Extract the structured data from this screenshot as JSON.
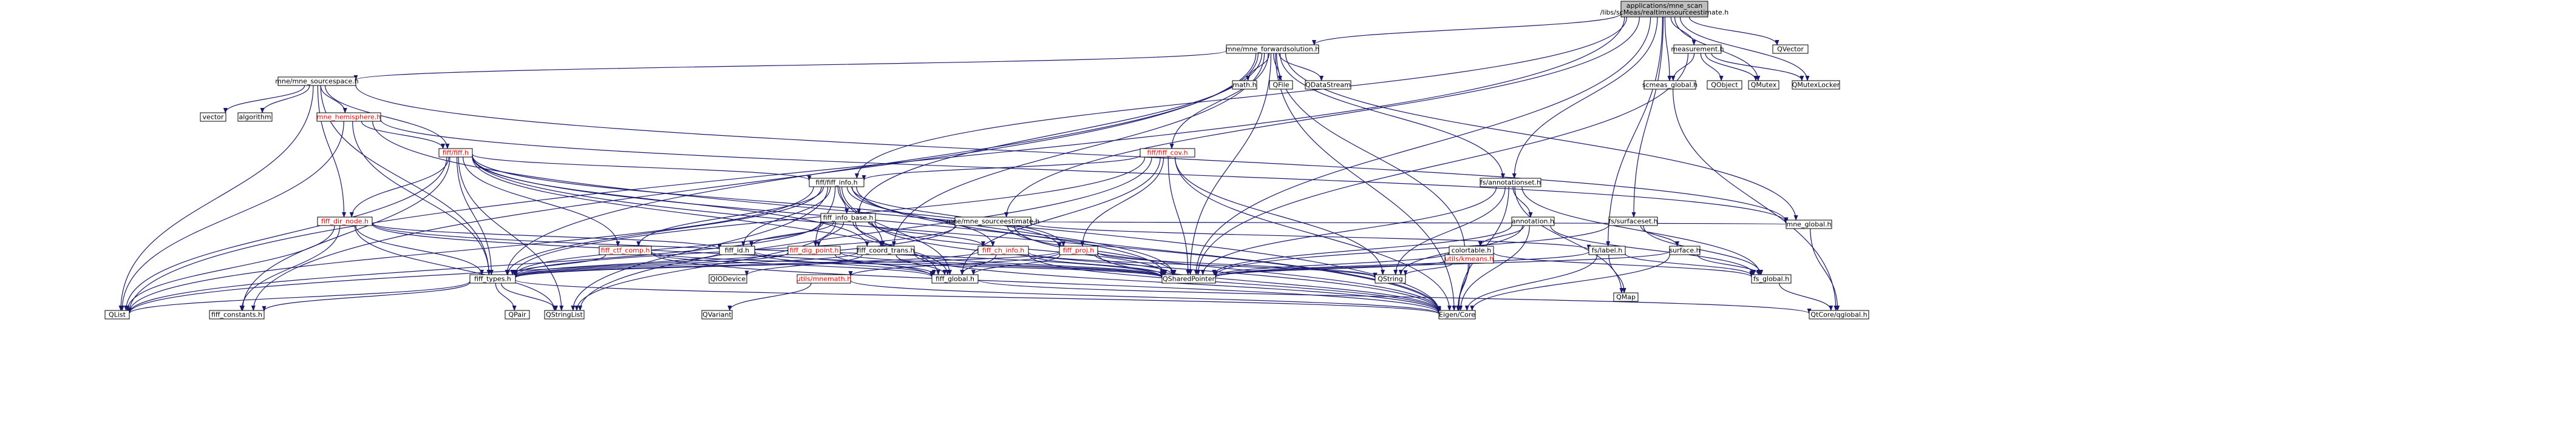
{
  "graph": {
    "title": "applications/mne_scan/libs/scMeas/realtimesourceestimate.h include dependency graph",
    "colors": {
      "edge": "#191970",
      "node_fill": "#ffffff",
      "root_fill": "#bfbfbf",
      "text": "#000000",
      "incomplete_text": "#ff0000",
      "gray_text": "#999999",
      "gray_border": "#bfbfbf"
    },
    "nodes": [
      {
        "id": "root",
        "label": "applications/mne_scan\n/libs/scMeas/realtimesourceestimate.h",
        "style": "root"
      },
      {
        "id": "fwd",
        "label": "mne/mne_forwardsolution.h"
      },
      {
        "id": "meas",
        "label": "measurement.h"
      },
      {
        "id": "qvector",
        "label": "QVector",
        "style": "gray"
      },
      {
        "id": "srcspace",
        "label": "mne/mne_sourcespace.h"
      },
      {
        "id": "mathh",
        "label": "math.h",
        "style": "gray"
      },
      {
        "id": "qfile",
        "label": "QFile",
        "style": "gray"
      },
      {
        "id": "qdatastream",
        "label": "QDataStream",
        "style": "gray"
      },
      {
        "id": "scmeas",
        "label": "scmeas_global.h"
      },
      {
        "id": "qobject",
        "label": "QObject",
        "style": "gray"
      },
      {
        "id": "qmutex",
        "label": "QMutex",
        "style": "gray"
      },
      {
        "id": "qmutexlocker",
        "label": "QMutexLocker",
        "style": "gray"
      },
      {
        "id": "vector",
        "label": "vector",
        "style": "gray"
      },
      {
        "id": "algorithm",
        "label": "algorithm",
        "style": "gray"
      },
      {
        "id": "hemi",
        "label": "mne_hemisphere.h",
        "style": "incomplete"
      },
      {
        "id": "fiffh",
        "label": "fiff/fiff.h",
        "style": "incomplete"
      },
      {
        "id": "fiffcov",
        "label": "fiff/fiff_cov.h",
        "style": "incomplete"
      },
      {
        "id": "fiffinfo",
        "label": "fiff/fiff_info.h"
      },
      {
        "id": "annset",
        "label": "fs/annotationset.h"
      },
      {
        "id": "mneglobal",
        "label": "mne_global.h"
      },
      {
        "id": "fiffinfobase",
        "label": "fiff_info_base.h"
      },
      {
        "id": "srcest",
        "label": "mne/mne_sourceestimate.h"
      },
      {
        "id": "annotation",
        "label": "annotation.h"
      },
      {
        "id": "surfset",
        "label": "fs/surfaceset.h"
      },
      {
        "id": "dirnode",
        "label": "fiff_dir_node.h",
        "style": "incomplete"
      },
      {
        "id": "ctfcomp",
        "label": "fiff_ctf_comp.h",
        "style": "incomplete"
      },
      {
        "id": "fiffid",
        "label": "fiff_id.h"
      },
      {
        "id": "digpoint",
        "label": "fiff_dig_point.h",
        "style": "incomplete"
      },
      {
        "id": "coordtrans",
        "label": "fiff_coord_trans.h"
      },
      {
        "id": "chinfo",
        "label": "fiff_ch_info.h",
        "style": "incomplete"
      },
      {
        "id": "fiffproj",
        "label": "fiff_proj.h",
        "style": "incomplete"
      },
      {
        "id": "colortable",
        "label": "colortable.h"
      },
      {
        "id": "kmeans",
        "label": "utils/kmeans.h",
        "style": "incomplete"
      },
      {
        "id": "fslabel",
        "label": "fs/label.h"
      },
      {
        "id": "surface",
        "label": "surface.h"
      },
      {
        "id": "qiodevice",
        "label": "QIODevice",
        "style": "gray"
      },
      {
        "id": "fifftypes",
        "label": "fiff_types.h"
      },
      {
        "id": "mnemath",
        "label": "utils/mnemath.h",
        "style": "incomplete"
      },
      {
        "id": "fiffglobal",
        "label": "fiff_global.h"
      },
      {
        "id": "qshared",
        "label": "QSharedPointer",
        "style": "gray"
      },
      {
        "id": "qstring",
        "label": "QString",
        "style": "gray"
      },
      {
        "id": "qmap",
        "label": "QMap",
        "style": "gray"
      },
      {
        "id": "fsglobal",
        "label": "fs_global.h"
      },
      {
        "id": "qlist",
        "label": "QList",
        "style": "gray"
      },
      {
        "id": "fiffconst",
        "label": "fiff_constants.h"
      },
      {
        "id": "qpair",
        "label": "QPair",
        "style": "gray"
      },
      {
        "id": "qstringlist",
        "label": "QStringList",
        "style": "gray"
      },
      {
        "id": "qvariant",
        "label": "QVariant",
        "style": "gray"
      },
      {
        "id": "eigen",
        "label": "Eigen/Core",
        "style": "gray"
      },
      {
        "id": "qtcoreglobal",
        "label": "QtCore/qglobal.h",
        "style": "gray"
      }
    ],
    "edges": [
      [
        "root",
        "fwd"
      ],
      [
        "root",
        "meas"
      ],
      [
        "root",
        "qvector"
      ],
      [
        "root",
        "qmutex"
      ],
      [
        "root",
        "qmutexlocker"
      ],
      [
        "root",
        "fiffinfo"
      ],
      [
        "root",
        "srcest"
      ],
      [
        "root",
        "annset"
      ],
      [
        "root",
        "surfset"
      ],
      [
        "root",
        "fslabel"
      ],
      [
        "root",
        "scmeas"
      ],
      [
        "root",
        "qshared"
      ],
      [
        "root",
        "qlist"
      ],
      [
        "fwd",
        "srcspace"
      ],
      [
        "fwd",
        "mathh"
      ],
      [
        "fwd",
        "qfile"
      ],
      [
        "fwd",
        "qdatastream"
      ],
      [
        "fwd",
        "fiffcov"
      ],
      [
        "fwd",
        "fiffinfobase"
      ],
      [
        "fwd",
        "coordtrans"
      ],
      [
        "fwd",
        "mneglobal"
      ],
      [
        "fwd",
        "annset"
      ],
      [
        "fwd",
        "kmeans"
      ],
      [
        "fwd",
        "qshared"
      ],
      [
        "fwd",
        "eigen"
      ],
      [
        "fwd",
        "fifftypes"
      ],
      [
        "fwd",
        "fiffconst"
      ],
      [
        "meas",
        "scmeas"
      ],
      [
        "meas",
        "qobject"
      ],
      [
        "meas",
        "qmutex"
      ],
      [
        "meas",
        "qmutexlocker"
      ],
      [
        "meas",
        "qshared"
      ],
      [
        "scmeas",
        "qtcoreglobal"
      ],
      [
        "srcspace",
        "vector"
      ],
      [
        "srcspace",
        "algorithm"
      ],
      [
        "srcspace",
        "hemi"
      ],
      [
        "srcspace",
        "fiffh"
      ],
      [
        "srcspace",
        "dirnode"
      ],
      [
        "srcspace",
        "mneglobal"
      ],
      [
        "srcspace",
        "qlist"
      ],
      [
        "srcspace",
        "fifftypes"
      ],
      [
        "hemi",
        "fiffh"
      ],
      [
        "hemi",
        "mneglobal"
      ],
      [
        "hemi",
        "qlist"
      ],
      [
        "hemi",
        "eigen"
      ],
      [
        "hemi",
        "fifftypes"
      ],
      [
        "fiffh",
        "fiffinfo"
      ],
      [
        "fiffh",
        "dirnode"
      ],
      [
        "fiffh",
        "ctfcomp"
      ],
      [
        "fiffh",
        "fiffproj"
      ],
      [
        "fiffh",
        "fifftypes"
      ],
      [
        "fiffh",
        "fiffconst"
      ],
      [
        "fiffh",
        "fiffglobal"
      ],
      [
        "fiffh",
        "qlist"
      ],
      [
        "fiffh",
        "qstringlist"
      ],
      [
        "fiffh",
        "qshared"
      ],
      [
        "fiffh",
        "eigen"
      ],
      [
        "fiffh",
        "coordtrans"
      ],
      [
        "fiffcov",
        "fiffinfo"
      ],
      [
        "fiffcov",
        "fiffproj"
      ],
      [
        "fiffcov",
        "fiffglobal"
      ],
      [
        "fiffcov",
        "fifftypes"
      ],
      [
        "fiffcov",
        "qshared"
      ],
      [
        "fiffcov",
        "qstring"
      ],
      [
        "fiffcov",
        "eigen"
      ],
      [
        "fiffcov",
        "qstringlist"
      ],
      [
        "fiffinfo",
        "fiffinfobase"
      ],
      [
        "fiffinfo",
        "ctfcomp"
      ],
      [
        "fiffinfo",
        "fiffid"
      ],
      [
        "fiffinfo",
        "digpoint"
      ],
      [
        "fiffinfo",
        "coordtrans"
      ],
      [
        "fiffinfo",
        "chinfo"
      ],
      [
        "fiffinfo",
        "fiffproj"
      ],
      [
        "fiffinfo",
        "fiffglobal"
      ],
      [
        "fiffinfo",
        "fifftypes"
      ],
      [
        "fiffinfo",
        "qlist"
      ],
      [
        "fiffinfo",
        "qstringlist"
      ],
      [
        "fiffinfo",
        "qshared"
      ],
      [
        "fiffinfo",
        "eigen"
      ],
      [
        "fiffinfobase",
        "fiffid"
      ],
      [
        "fiffinfobase",
        "digpoint"
      ],
      [
        "fiffinfobase",
        "coordtrans"
      ],
      [
        "fiffinfobase",
        "chinfo"
      ],
      [
        "fiffinfobase",
        "fifftypes"
      ],
      [
        "fiffinfobase",
        "fiffglobal"
      ],
      [
        "fiffinfobase",
        "qlist"
      ],
      [
        "fiffinfobase",
        "qstringlist"
      ],
      [
        "fiffinfobase",
        "qshared"
      ],
      [
        "fiffinfobase",
        "eigen"
      ],
      [
        "dirnode",
        "fiffid"
      ],
      [
        "dirnode",
        "fifftypes"
      ],
      [
        "dirnode",
        "fiffconst"
      ],
      [
        "dirnode",
        "fiffglobal"
      ],
      [
        "dirnode",
        "qlist"
      ],
      [
        "dirnode",
        "qshared"
      ],
      [
        "dirnode",
        "qstringlist"
      ],
      [
        "ctfcomp",
        "fifftypes"
      ],
      [
        "ctfcomp",
        "fiffglobal"
      ],
      [
        "ctfcomp",
        "qshared"
      ],
      [
        "ctfcomp",
        "eigen"
      ],
      [
        "fiffid",
        "fifftypes"
      ],
      [
        "fiffid",
        "fiffglobal"
      ],
      [
        "fiffid",
        "qshared"
      ],
      [
        "digpoint",
        "fifftypes"
      ],
      [
        "digpoint",
        "fiffglobal"
      ],
      [
        "digpoint",
        "qshared"
      ],
      [
        "coordtrans",
        "fifftypes"
      ],
      [
        "coordtrans",
        "fiffglobal"
      ],
      [
        "coordtrans",
        "qshared"
      ],
      [
        "coordtrans",
        "qiodevice"
      ],
      [
        "coordtrans",
        "eigen"
      ],
      [
        "chinfo",
        "fifftypes"
      ],
      [
        "chinfo",
        "fiffglobal"
      ],
      [
        "chinfo",
        "qshared"
      ],
      [
        "chinfo",
        "qstring"
      ],
      [
        "chinfo",
        "eigen"
      ],
      [
        "fiffproj",
        "fifftypes"
      ],
      [
        "fiffproj",
        "fiffglobal"
      ],
      [
        "fiffproj",
        "qshared"
      ],
      [
        "fiffproj",
        "qstring"
      ],
      [
        "fiffproj",
        "eigen"
      ],
      [
        "fiffproj",
        "mnemath"
      ],
      [
        "fifftypes",
        "fiffconst"
      ],
      [
        "fifftypes",
        "qlist"
      ],
      [
        "fifftypes",
        "qpair"
      ],
      [
        "fifftypes",
        "qstringlist"
      ],
      [
        "fifftypes",
        "eigen"
      ],
      [
        "fiffglobal",
        "qtcoreglobal"
      ],
      [
        "mnemath",
        "qvariant"
      ],
      [
        "mnemath",
        "eigen"
      ],
      [
        "srcest",
        "mneglobal"
      ],
      [
        "srcest",
        "fifftypes"
      ],
      [
        "srcest",
        "qshared"
      ],
      [
        "srcest",
        "qlist"
      ],
      [
        "srcest",
        "eigen"
      ],
      [
        "srcest",
        "fslabel"
      ],
      [
        "annset",
        "annotation"
      ],
      [
        "annset",
        "fsglobal"
      ],
      [
        "annset",
        "qshared"
      ],
      [
        "annset",
        "qmap"
      ],
      [
        "annset",
        "eigen"
      ],
      [
        "annset",
        "qstring"
      ],
      [
        "annotation",
        "colortable"
      ],
      [
        "annotation",
        "fsglobal"
      ],
      [
        "annotation",
        "qshared"
      ],
      [
        "annotation",
        "qstring"
      ],
      [
        "annotation",
        "eigen"
      ],
      [
        "colortable",
        "fsglobal"
      ],
      [
        "colortable",
        "qshared"
      ],
      [
        "colortable",
        "eigen"
      ],
      [
        "kmeans",
        "qshared"
      ],
      [
        "kmeans",
        "qstring"
      ],
      [
        "kmeans",
        "eigen"
      ],
      [
        "surfset",
        "surface"
      ],
      [
        "surfset",
        "fsglobal"
      ],
      [
        "surfset",
        "qshared"
      ],
      [
        "surface",
        "fsglobal"
      ],
      [
        "surface",
        "qshared"
      ],
      [
        "surface",
        "eigen"
      ],
      [
        "fslabel",
        "fsglobal"
      ],
      [
        "fslabel",
        "qshared"
      ],
      [
        "fslabel",
        "qmap"
      ],
      [
        "fslabel",
        "eigen"
      ],
      [
        "mneglobal",
        "qtcoreglobal"
      ],
      [
        "fsglobal",
        "qtcoreglobal"
      ]
    ]
  }
}
